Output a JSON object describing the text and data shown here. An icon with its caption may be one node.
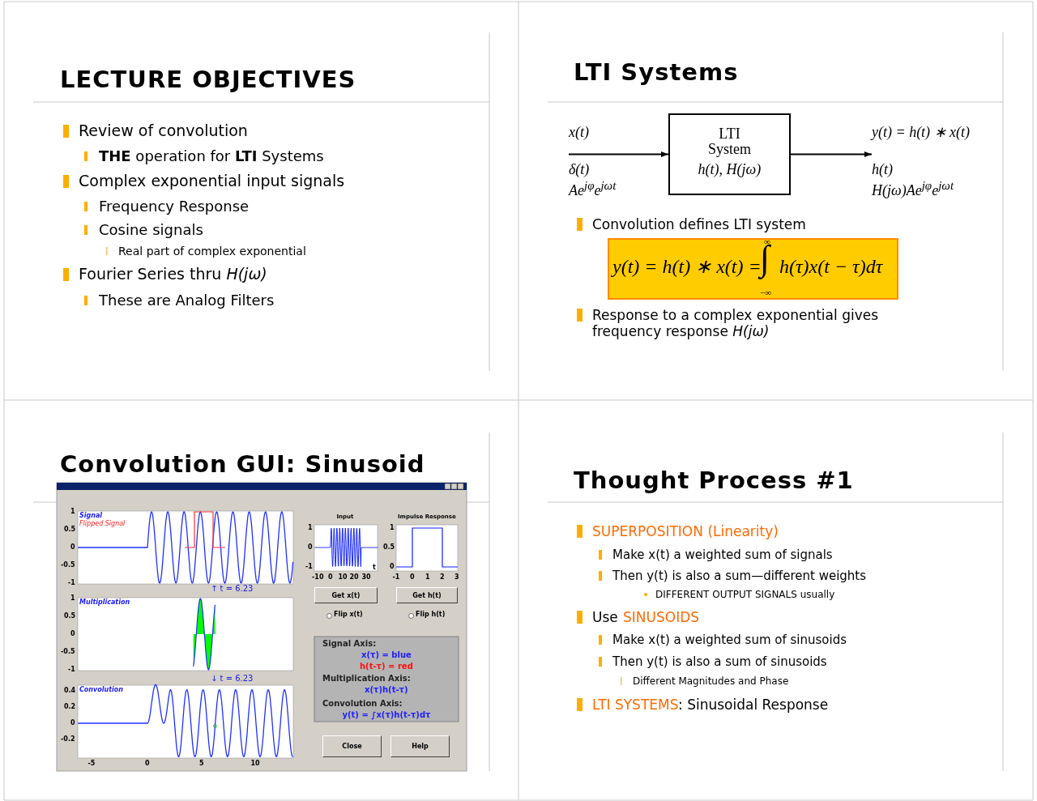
{
  "diagram": {
    "nodes": [
      {
        "text": [
          "LTI System",
          "h(t), H(jω)"
        ]
      },
      {
        "text": [
          "y(t) = h(t) ∗ x(t) =",
          "∞",
          "∫",
          "−∞",
          "h(τ)x(t − τ)dτ"
        ]
      },
      {
        "text": [
          "x(t)",
          "δ(t)",
          "Ae$^{jφ}$e$^{jωt}$"
        ]
      },
      {
        "text": [
          "y(t) = h(t) ∗ x(t)",
          "h(t)",
          "H(jω)Ae$^{jφ}$e$^{jωt}$"
        ]
      }
    ],
    "edges": [
      {
        "from": 2,
        "to": 0,
        "arrow": "to"
      },
      {
        "from": 0,
        "to": 3,
        "arrow": "to"
      }
    ],
    "labels": [
      "LECTURE OBJECTIVES",
      "Review of convolution",
      "**THE** operation for **LTI** Systems",
      "Complex exponential input signals",
      "Frequency Response",
      "Cosine signals",
      "Real part of complex exponential",
      "Fourier Series thru *H(jω)*",
      "These are Analog Filters",
      "LTI Systems",
      "Convolution defines LTI system",
      "Response to a complex exponential gives frequency response *H(jω)*",
      "Convolution GUI: Sinusoid",
      "Signal",
      "Flipped Signal",
      "1",
      "0.5",
      "0",
      "-0.5",
      "-1",
      "↑ t = 6.23",
      "Multiplication",
      "1",
      "0.5",
      "0",
      "-0.5",
      "-1",
      "↓ t = 6.23",
      "0.4",
      "Convolution",
      "0.2",
      "0",
      "-0.2",
      "-5",
      "0",
      "5",
      "10",
      "Input",
      "Impulse Response",
      "1",
      "0",
      "-1",
      "-10",
      "0",
      "10",
      "20",
      "30",
      "t",
      "1",
      "0.5",
      "0",
      "-1",
      "0",
      "1",
      "2",
      "3",
      "Get x(t)",
      "Get h(t)",
      "Flip x(t)",
      "Flip h(t)",
      "Signal Axis:",
      "x(τ) = blue",
      "h(t-τ) = red",
      "Multiplication Axis:",
      "x(τ)h(t-τ)",
      "Convolution Axis:",
      "y(t) = ∫x(τ)h(t-τ)dτ",
      "Close",
      "Help",
      "Thought Process #1",
      "SUPERPOSITION  (Linearity)",
      "Make x(t) a weighted sum of signals",
      "Then y(t) is also a sum—different weights",
      "DIFFERENT OUTPUT SIGNALS usually",
      "Use",
      "SINUSOIDS",
      "Make x(t) a weighted sum of sinusoids",
      "Then y(t) is also a sum of sinusoids",
      "Different Magnitudes and Phase",
      "LTI SYSTEMS",
      ": Sinusoidal Response"
    ]
  }
}
